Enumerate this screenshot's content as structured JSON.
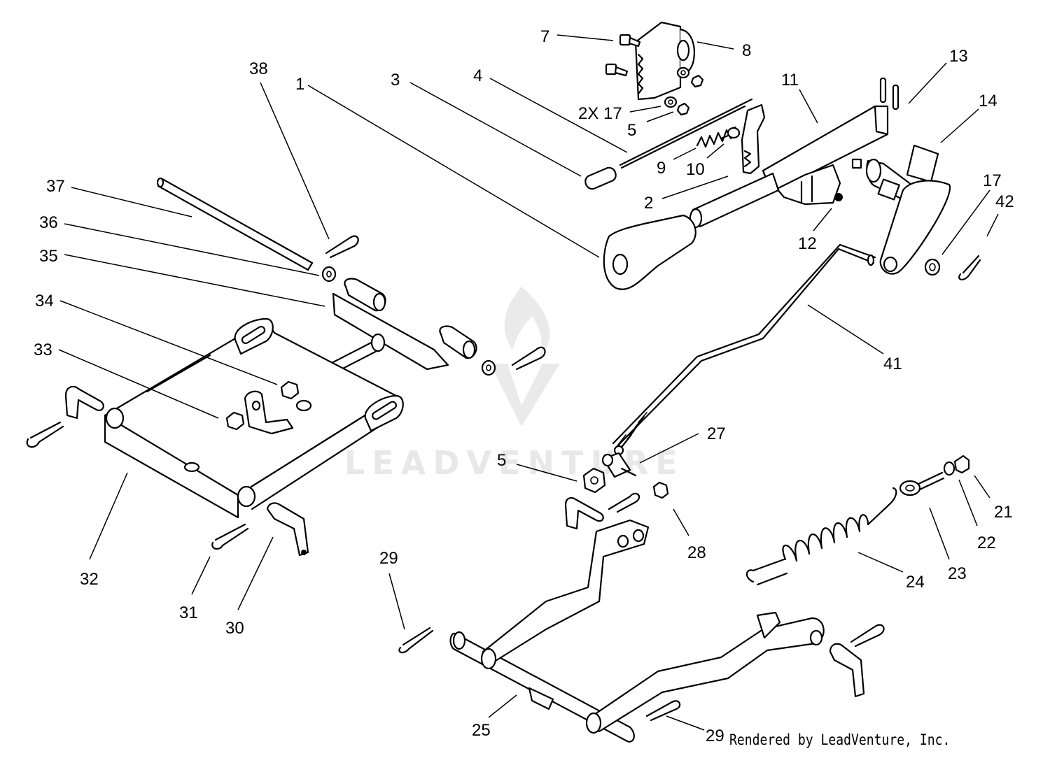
{
  "watermark": {
    "text": "LEADVENTURE",
    "color": "#e8e8e8"
  },
  "credit": "Rendered by LeadVenture, Inc.",
  "callouts": [
    {
      "id": "c7",
      "text": "7"
    },
    {
      "id": "c8",
      "text": "8"
    },
    {
      "id": "c38",
      "text": "38"
    },
    {
      "id": "c1",
      "text": "1"
    },
    {
      "id": "c3",
      "text": "3"
    },
    {
      "id": "c4",
      "text": "4"
    },
    {
      "id": "c11",
      "text": "11"
    },
    {
      "id": "c13",
      "text": "13"
    },
    {
      "id": "c14",
      "text": "14"
    },
    {
      "id": "c2x17",
      "text": "2X 17"
    },
    {
      "id": "c5a",
      "text": "5"
    },
    {
      "id": "c9",
      "text": "9"
    },
    {
      "id": "c10",
      "text": "10"
    },
    {
      "id": "c37",
      "text": "37"
    },
    {
      "id": "c36",
      "text": "36"
    },
    {
      "id": "c35",
      "text": "35"
    },
    {
      "id": "c2",
      "text": "2"
    },
    {
      "id": "c17",
      "text": "17"
    },
    {
      "id": "c42",
      "text": "42"
    },
    {
      "id": "c12",
      "text": "12"
    },
    {
      "id": "c34",
      "text": "34"
    },
    {
      "id": "c33",
      "text": "33"
    },
    {
      "id": "c41",
      "text": "41"
    },
    {
      "id": "c27",
      "text": "27"
    },
    {
      "id": "c5b",
      "text": "5"
    },
    {
      "id": "c21",
      "text": "21"
    },
    {
      "id": "c22",
      "text": "22"
    },
    {
      "id": "c28",
      "text": "28"
    },
    {
      "id": "c23",
      "text": "23"
    },
    {
      "id": "c24",
      "text": "24"
    },
    {
      "id": "c32",
      "text": "32"
    },
    {
      "id": "c31",
      "text": "31"
    },
    {
      "id": "c30",
      "text": "30"
    },
    {
      "id": "c29a",
      "text": "29"
    },
    {
      "id": "c25",
      "text": "25"
    },
    {
      "id": "c29b",
      "text": "29"
    }
  ]
}
